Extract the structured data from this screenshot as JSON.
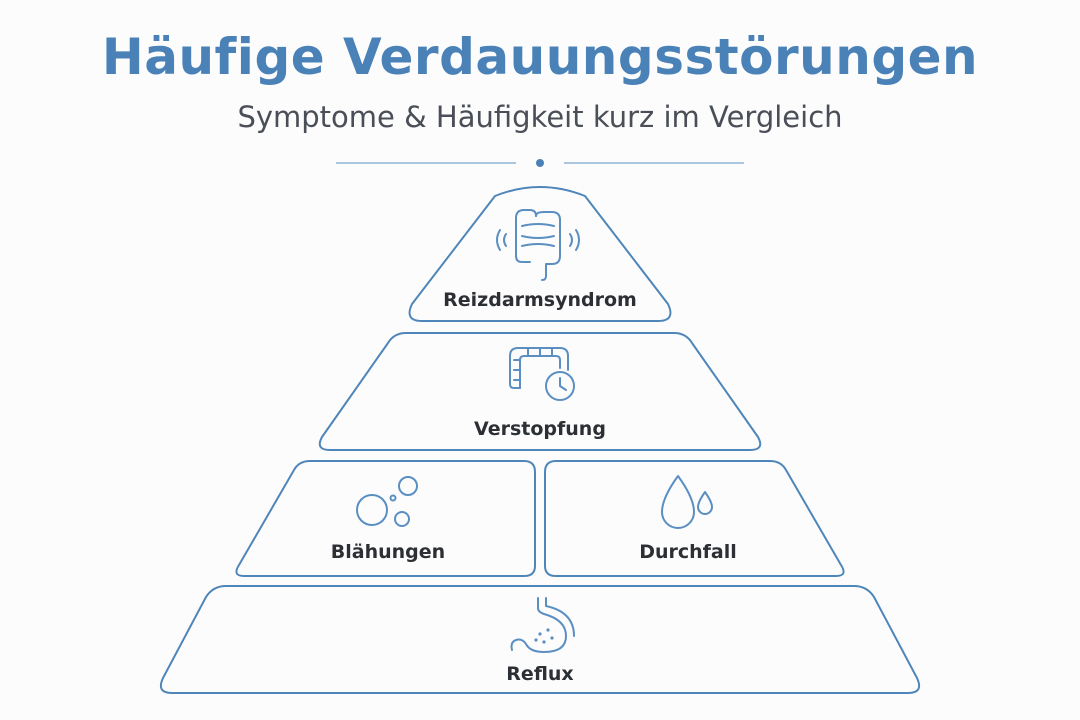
{
  "header": {
    "title": "Häufige Verdauungsstörungen",
    "subtitle": "Symptome & Häufigkeit kurz im Vergleich"
  },
  "levels": {
    "top": {
      "label": "Reizdarmsyndrom",
      "icon": "intestine-icon"
    },
    "second": {
      "label": "Verstopfung",
      "icon": "colon-clock-icon"
    },
    "third_left": {
      "label": "Blähungen",
      "icon": "bubbles-icon"
    },
    "third_right": {
      "label": "Durchfall",
      "icon": "droplets-icon"
    },
    "base": {
      "label": "Reflux",
      "icon": "stomach-icon"
    }
  },
  "colors": {
    "accent": "#4a82b8",
    "outline": "#4f86b9",
    "text": "#2c2f33"
  }
}
